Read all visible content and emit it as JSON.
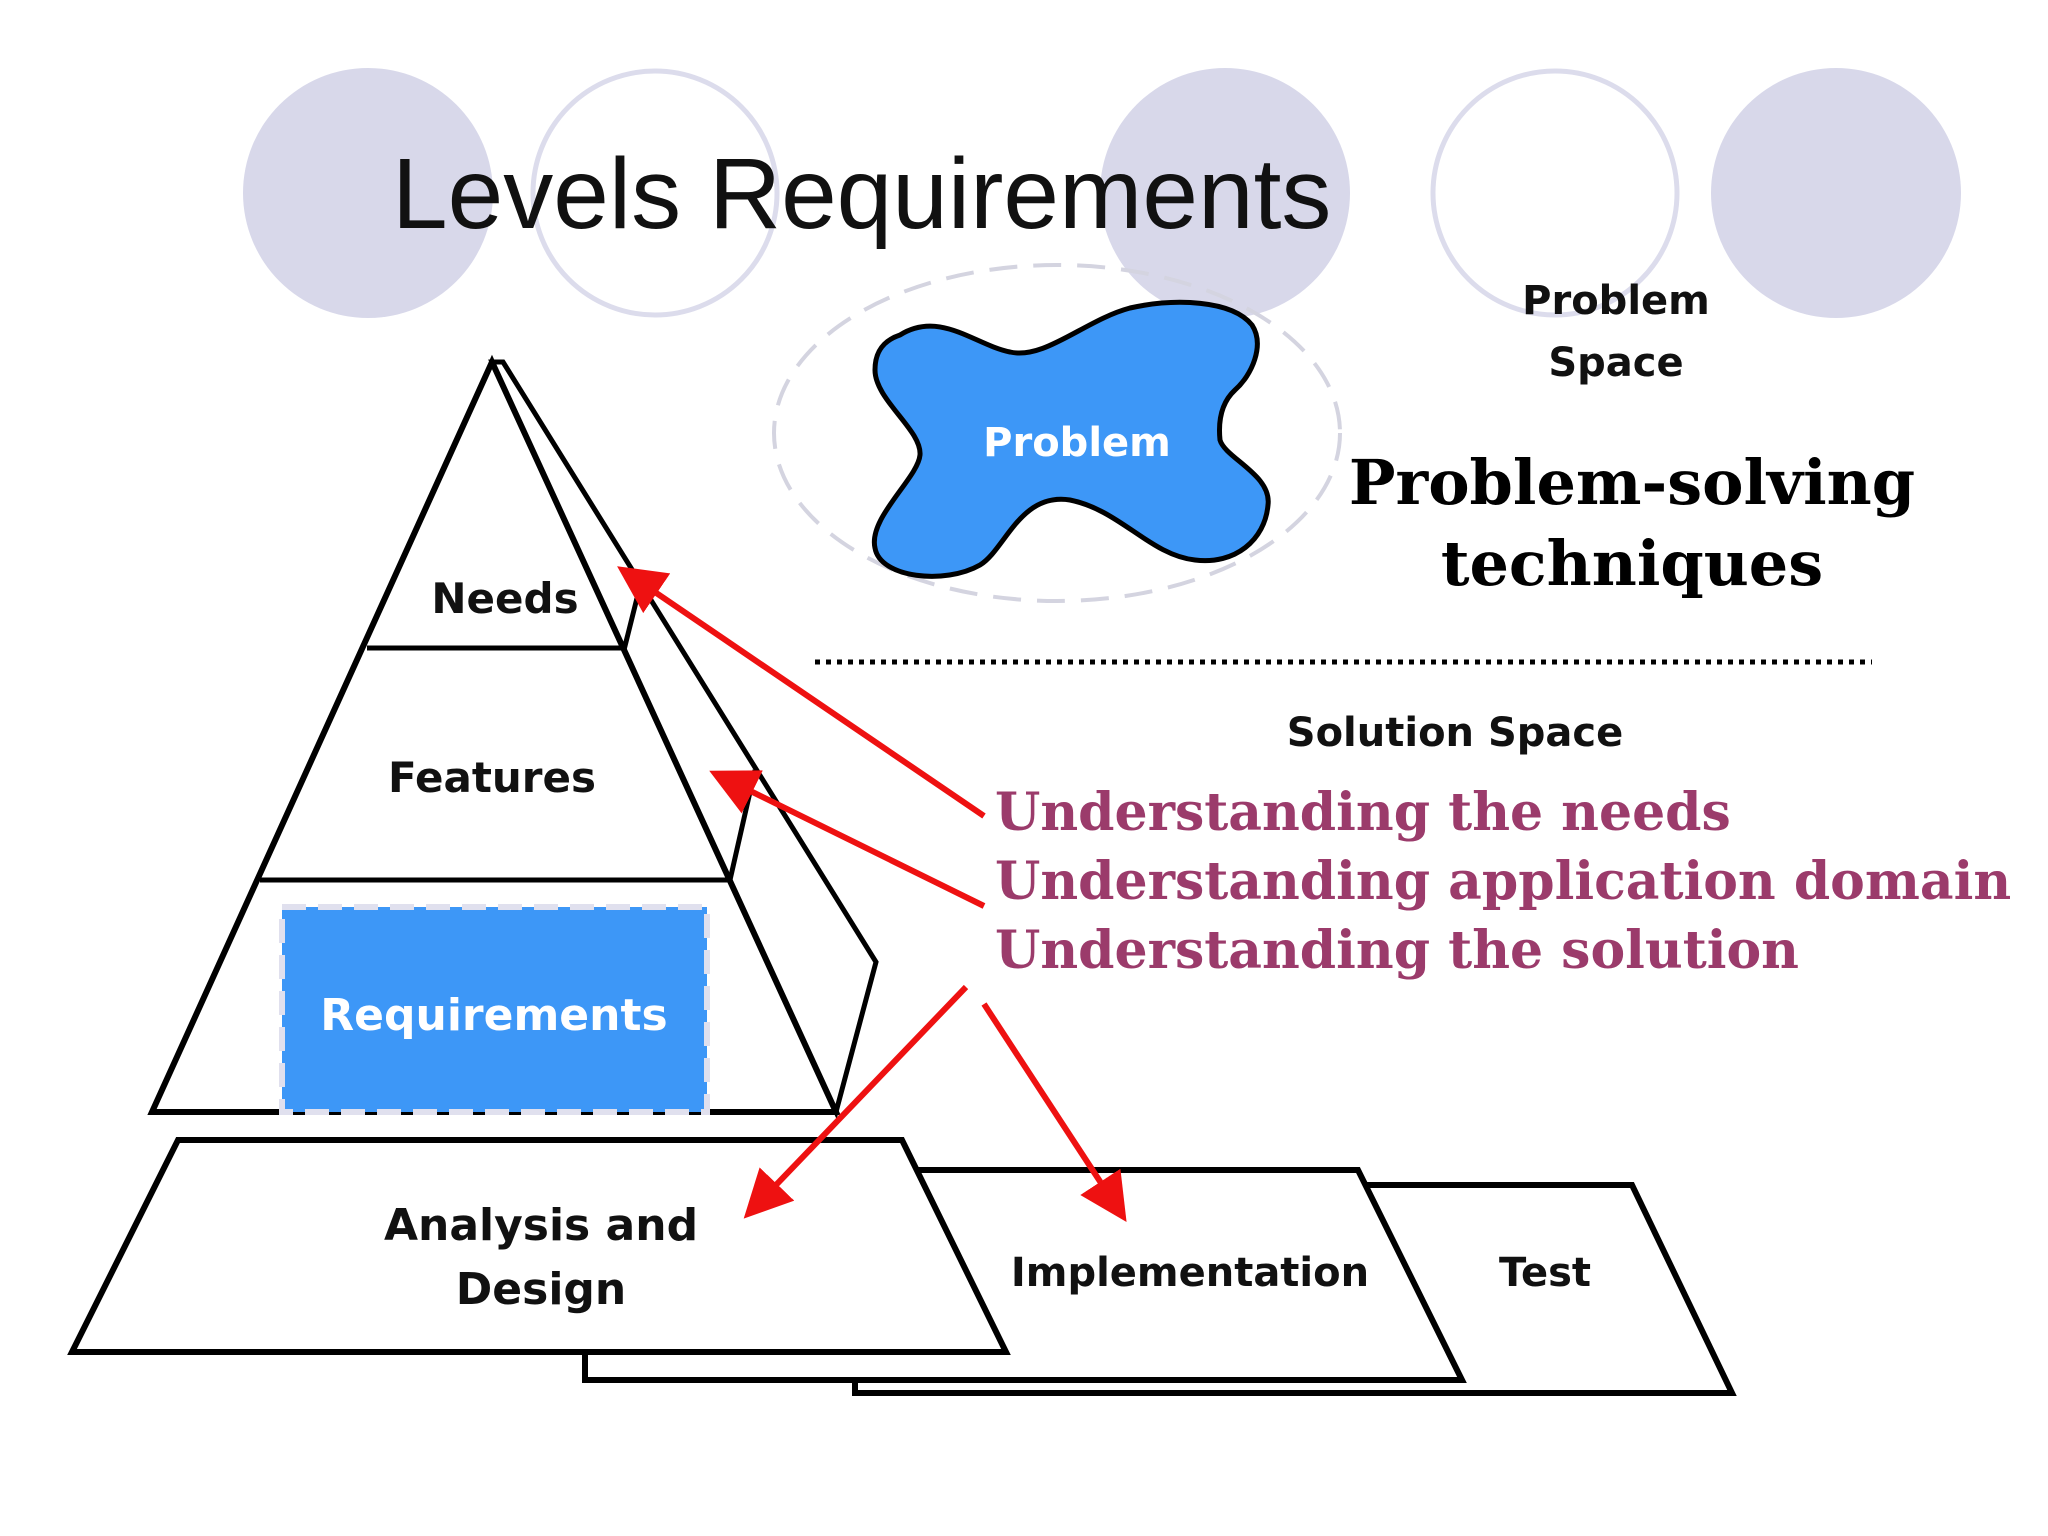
{
  "slide": {
    "title": "Levels Requirements"
  },
  "problem_space": {
    "label_line1": "Problem",
    "label_line2": "Space",
    "blob_label": "Problem",
    "technique_line1": "Problem-solving",
    "technique_line2": "techniques"
  },
  "solution_space": {
    "label": "Solution Space",
    "understanding": [
      "Understanding the needs",
      "Understanding application domain",
      "Understanding the solution"
    ]
  },
  "pyramid": {
    "needs": "Needs",
    "features": "Features",
    "requirements": "Requirements"
  },
  "phases": {
    "analysis_line1": "Analysis and",
    "analysis_line2": "Design",
    "implementation": "Implementation",
    "test": "Test"
  },
  "colors": {
    "circle_fill": "#d8d8ea",
    "circle_outline": "#dcdcec",
    "highlight_blue": "#3d97f7",
    "arrow_red": "#ee1111",
    "understanding_text": "#9b3b6b"
  }
}
